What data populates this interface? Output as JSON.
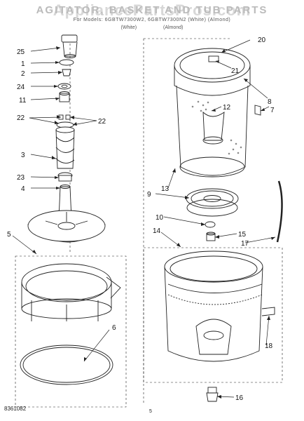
{
  "header": {
    "watermark": "AppliancePartsPros.com",
    "title": "AGITATOR, BASKET AND TUB PARTS",
    "models_line": "For Models: 6GBTW7300W2, 6GBTW7300N2 (White) (Almond)",
    "variant_left": "(White)",
    "variant_right": "(Almond)"
  },
  "callouts": [
    "25",
    "1",
    "2",
    "24",
    "11",
    "22",
    "22",
    "3",
    "23",
    "4",
    "5",
    "6",
    "20",
    "21",
    "8",
    "7",
    "12",
    "13",
    "9",
    "10",
    "15",
    "17",
    "14",
    "18",
    "16"
  ],
  "footer": {
    "doc_number": "8361082",
    "page_number": "5"
  }
}
